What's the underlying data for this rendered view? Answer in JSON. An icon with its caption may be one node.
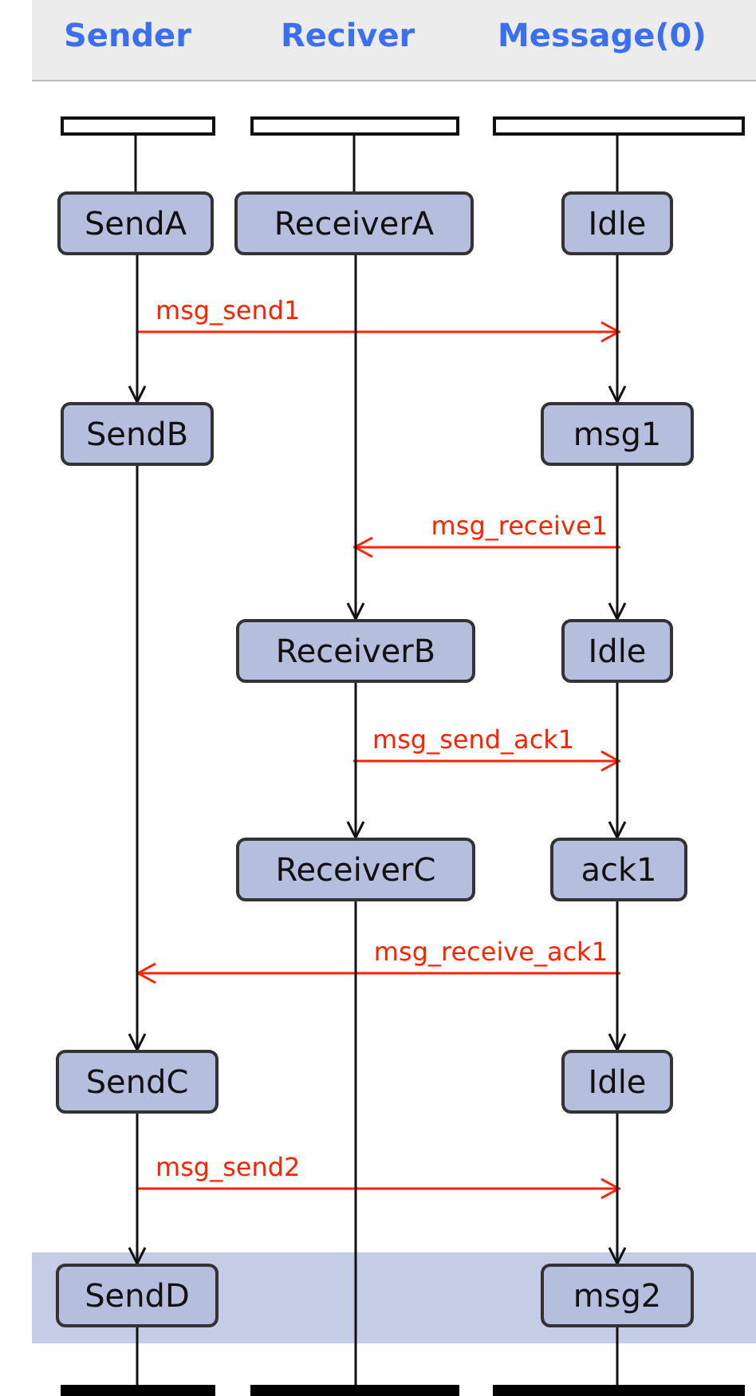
{
  "diagram": {
    "nodes": [
      {
        "text": [],
        "shape": "bar"
      },
      {
        "text": [],
        "shape": "bar"
      },
      {
        "text": [],
        "shape": "bar"
      },
      {
        "text": [
          "SendA"
        ]
      },
      {
        "text": [
          "ReceiverA"
        ]
      },
      {
        "text": [
          "Idle"
        ]
      },
      {
        "text": [
          "SendB"
        ]
      },
      {
        "text": [
          "msg1"
        ]
      },
      {
        "text": [
          "ReceiverB"
        ]
      },
      {
        "text": [
          "Idle"
        ]
      },
      {
        "text": [
          "ReceiverC"
        ]
      },
      {
        "text": [
          "ack1"
        ]
      },
      {
        "text": [
          "SendC"
        ]
      },
      {
        "text": [
          "Idle"
        ]
      },
      {
        "text": [
          "SendD"
        ]
      },
      {
        "text": [
          "msg2"
        ]
      },
      {
        "text": [],
        "shape": "bar"
      },
      {
        "text": [],
        "shape": "bar"
      },
      {
        "text": [],
        "shape": "bar"
      }
    ],
    "edges": [
      {
        "from": 0,
        "to": 3,
        "arrow": "none"
      },
      {
        "from": 1,
        "to": 4,
        "arrow": "none"
      },
      {
        "from": 2,
        "to": 5,
        "arrow": "none"
      },
      {
        "from": 0,
        "to": 2,
        "arrow": "to",
        "label": "msg_send1",
        "color": "#ff2200"
      },
      {
        "from": 3,
        "to": 6,
        "arrow": "to"
      },
      {
        "from": 5,
        "to": 7,
        "arrow": "to"
      },
      {
        "from": 2,
        "to": 1,
        "arrow": "to",
        "label": "msg_receive1",
        "color": "#ff2200"
      },
      {
        "from": 4,
        "to": 8,
        "arrow": "to"
      },
      {
        "from": 7,
        "to": 9,
        "arrow": "to"
      },
      {
        "from": 1,
        "to": 2,
        "arrow": "to",
        "label": "msg_send_ack1",
        "color": "#ff2200"
      },
      {
        "from": 8,
        "to": 10,
        "arrow": "to"
      },
      {
        "from": 9,
        "to": 11,
        "arrow": "to"
      },
      {
        "from": 2,
        "to": 0,
        "arrow": "to",
        "label": "msg_receive_ack1",
        "color": "#ff2200"
      },
      {
        "from": 6,
        "to": 12,
        "arrow": "to"
      },
      {
        "from": 11,
        "to": 13,
        "arrow": "to"
      },
      {
        "from": 0,
        "to": 2,
        "arrow": "to",
        "label": "msg_send2",
        "color": "#ff2200"
      },
      {
        "from": 12,
        "to": 14,
        "arrow": "to"
      },
      {
        "from": 13,
        "to": 15,
        "arrow": "to"
      },
      {
        "from": 14,
        "to": 16,
        "arrow": "none"
      },
      {
        "from": 10,
        "to": 17,
        "arrow": "none"
      },
      {
        "from": 15,
        "to": 18,
        "arrow": "none"
      }
    ],
    "labels": [
      "Sender",
      "Reciver",
      "Message(0)"
    ]
  }
}
